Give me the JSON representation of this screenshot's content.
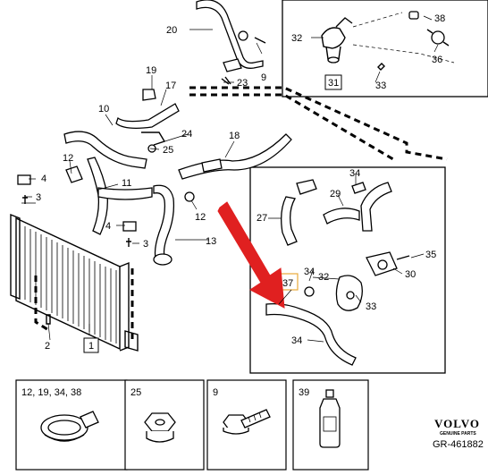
{
  "callouts": {
    "c20": "20",
    "c9": "9",
    "c23": "23",
    "c19": "19",
    "c17": "17",
    "c10": "10",
    "c24": "24",
    "c25": "25",
    "c18": "18",
    "c12a": "12",
    "c11": "11",
    "c4a": "4",
    "c3a": "3",
    "c4b": "4",
    "c3b": "3",
    "c12b": "12",
    "c13": "13",
    "c2": "2",
    "c1": "1",
    "c32a": "32",
    "c38": "38",
    "c36": "36",
    "c31": "31",
    "c33a": "33",
    "c34a": "34",
    "c29": "29",
    "c27": "27",
    "c35": "35",
    "c34b": "34",
    "c37": "37",
    "c32b": "32",
    "c30": "30",
    "c33b": "33",
    "c34c": "34"
  },
  "legend_panels": [
    {
      "label": "12, 19, 34, 38",
      "icon": "hose-clamp-icon"
    },
    {
      "label": "25",
      "icon": "nut-icon"
    },
    {
      "label": "9",
      "icon": "bolt-icon"
    },
    {
      "label": "39",
      "icon": "coolant-bottle-icon"
    }
  ],
  "brand": {
    "name": "VOLVO",
    "tagline": "GENUINE PARTS",
    "doc_number": "GR-461882"
  },
  "colors": {
    "line": "#000000",
    "arrow": "#e02020",
    "highlight": "#e8a93a"
  }
}
